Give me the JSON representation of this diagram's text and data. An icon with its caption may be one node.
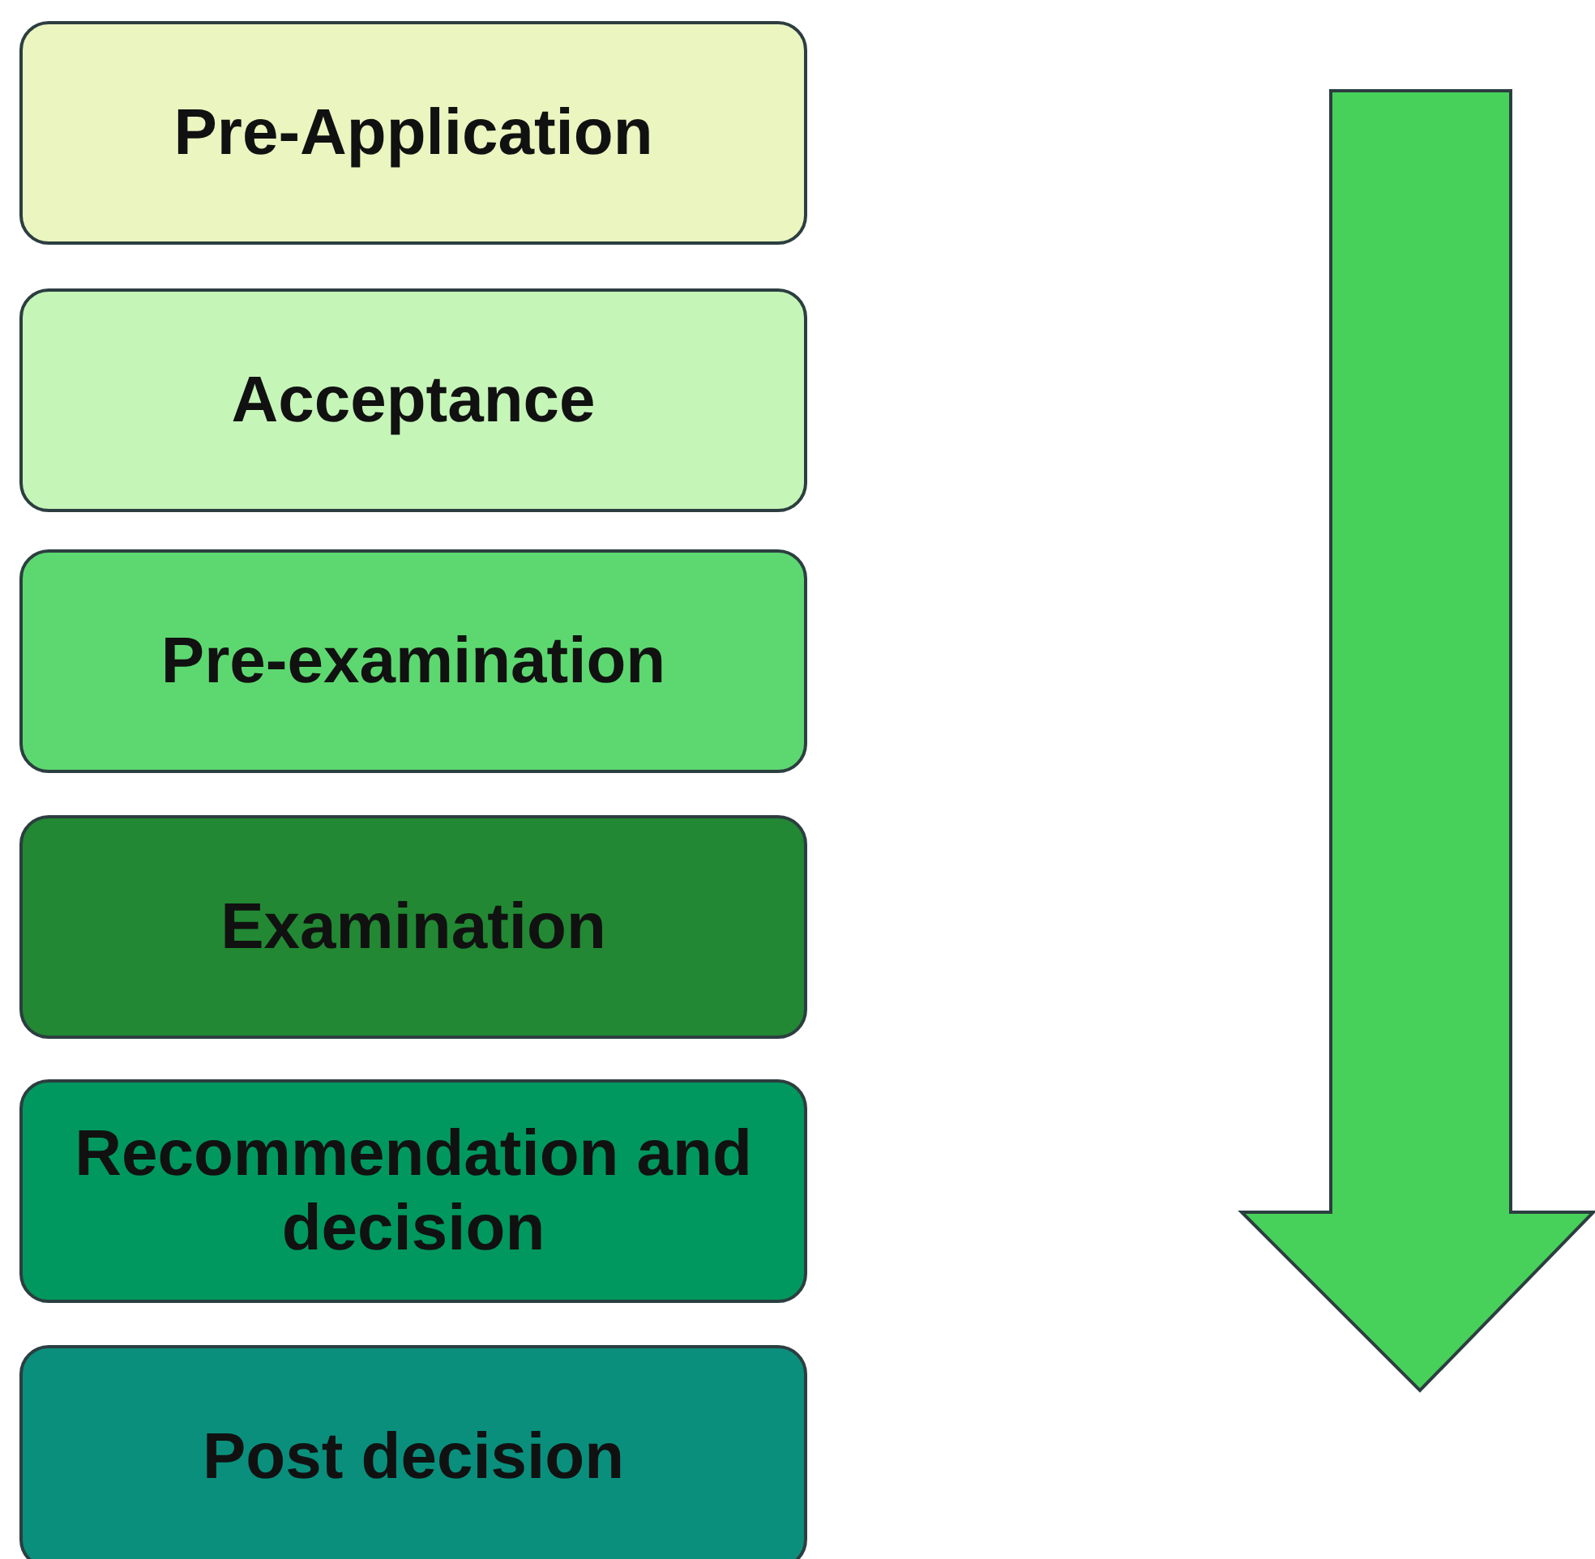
{
  "diagram": {
    "nodes": [
      {
        "text": [
          "Pre-Application"
        ]
      },
      {
        "text": [
          "Acceptance"
        ]
      },
      {
        "text": [
          "Pre-examination"
        ]
      },
      {
        "text": [
          "Examination"
        ]
      },
      {
        "text": [
          "Recommendation and decision"
        ]
      },
      {
        "text": [
          "Post decision"
        ]
      }
    ]
  }
}
